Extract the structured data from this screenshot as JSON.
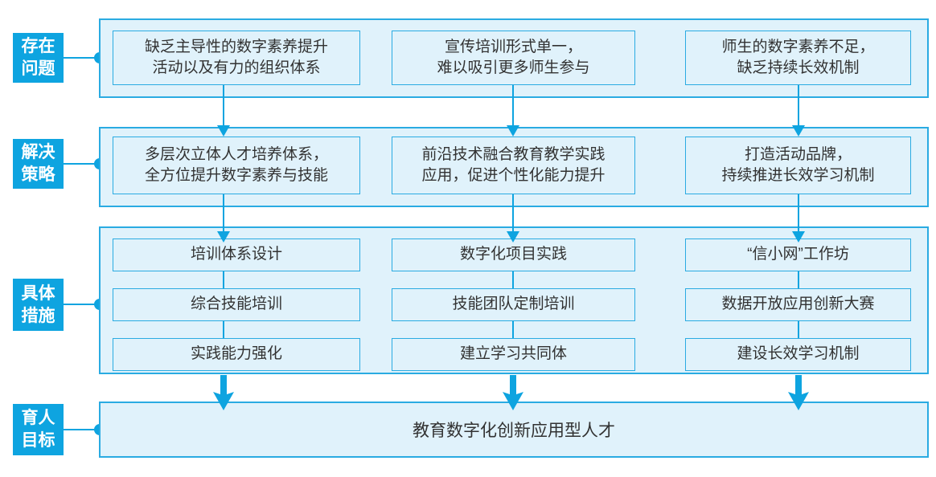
{
  "colors": {
    "accent": "#0ea4e0",
    "border": "#2aabe2",
    "fill": "#e0f2fb",
    "text": "#323232"
  },
  "rows": {
    "problems": {
      "label_lines": [
        "存在",
        "问题"
      ],
      "items": [
        [
          "缺乏主导性的数字素养提升",
          "活动以及有力的组织体系"
        ],
        [
          "宣传培训形式单一，",
          "难以吸引更多师生参与"
        ],
        [
          "师生的数字素养不足，",
          "缺乏持续长效机制"
        ]
      ]
    },
    "strategies": {
      "label_lines": [
        "解决",
        "策略"
      ],
      "items": [
        [
          "多层次立体人才培养体系，",
          "全方位提升数字素养与技能"
        ],
        [
          "前沿技术融合教育教学实践",
          "应用，促进个性化能力提升"
        ],
        [
          "打造活动品牌，",
          "持续推进长效学习机制"
        ]
      ]
    },
    "measures": {
      "label_lines": [
        "具体",
        "措施"
      ],
      "columns": [
        [
          "培训体系设计",
          "综合技能培训",
          "实践能力强化"
        ],
        [
          "数字化项目实践",
          "技能团队定制培训",
          "建立学习共同体"
        ],
        [
          "“信小网”工作坊",
          "数据开放应用创新大赛",
          "建设长效学习机制"
        ]
      ]
    },
    "goal": {
      "label_lines": [
        "育人",
        "目标"
      ],
      "text": "教育数字化创新应用型人才"
    }
  }
}
